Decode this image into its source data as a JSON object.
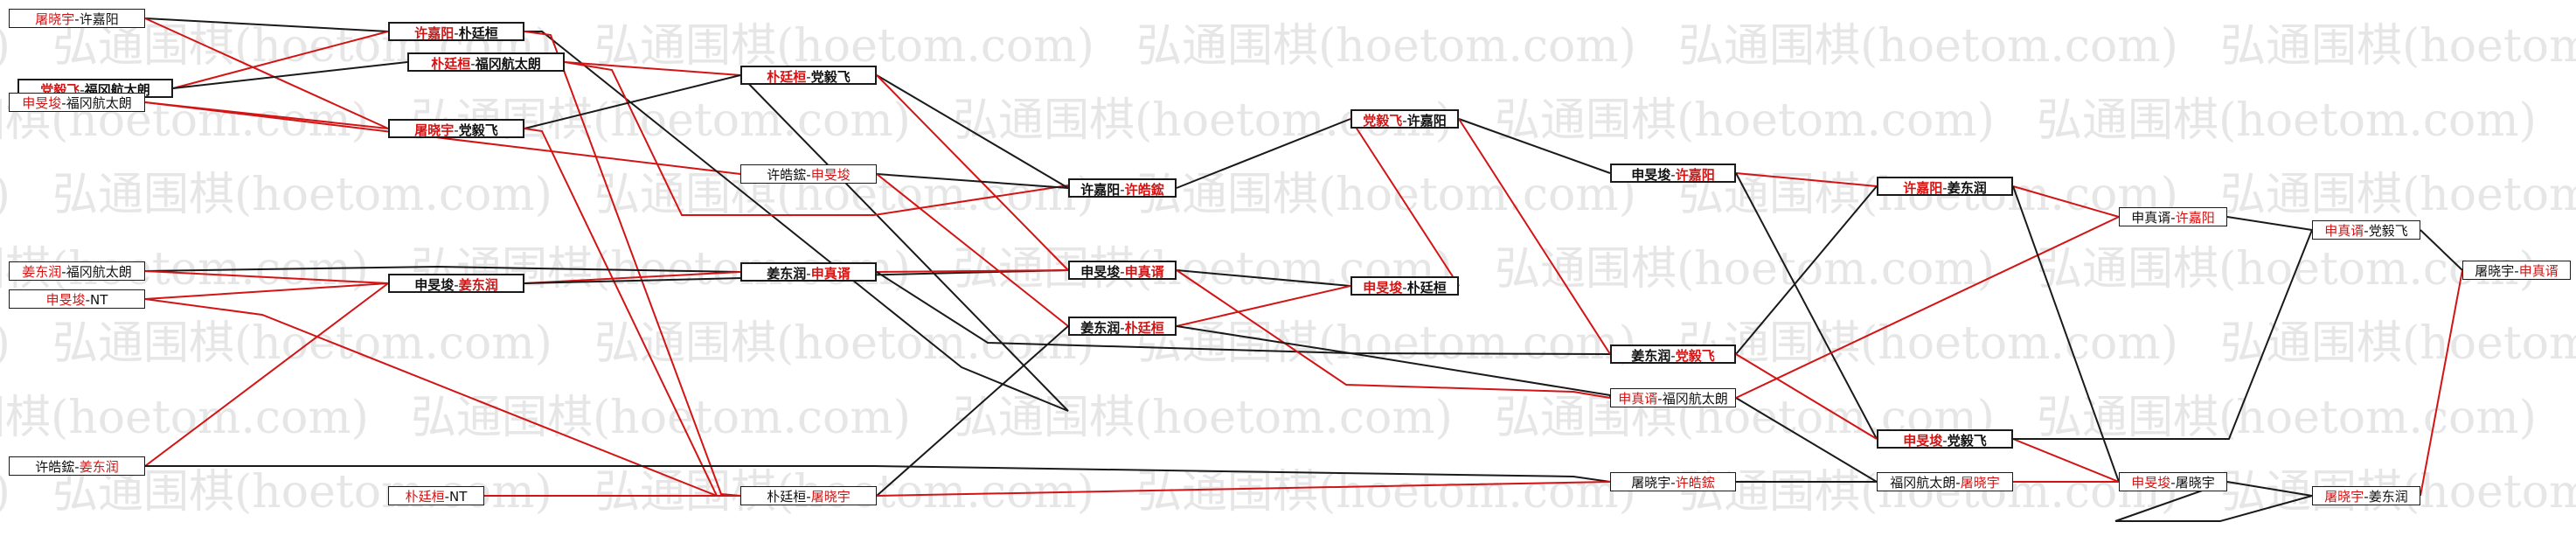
{
  "watermark": "弘通围棋(hoetom.com)",
  "colors": {
    "winner": "#d31414",
    "text": "#111111",
    "line_black": "#1a1a1a",
    "line_red": "#d31414",
    "watermark": "#e6e6e6"
  },
  "nodes": [
    {
      "id": "r1a",
      "p1": "屠晓宇",
      "p2": "许嘉阳",
      "win": 1
    },
    {
      "id": "r1b",
      "p1": "党毅飞",
      "p2": "福冈航太朗",
      "win": 1
    },
    {
      "id": "r1c",
      "p1": "申旻埈",
      "p2": "福冈航太朗",
      "win": 1
    },
    {
      "id": "r1d",
      "p1": "姜东润",
      "p2": "福冈航太朗",
      "win": 1
    },
    {
      "id": "r1e",
      "p1": "申旻埈",
      "p2": "NT",
      "win": 1
    },
    {
      "id": "r1f",
      "p1": "许皓鋐",
      "p2": "姜东润",
      "win": 2
    },
    {
      "id": "r2a",
      "p1": "许嘉阳",
      "p2": "朴廷桓",
      "win": 1
    },
    {
      "id": "r2b",
      "p1": "朴廷桓",
      "p2": "福冈航太朗",
      "win": 1
    },
    {
      "id": "r2c",
      "p1": "屠晓宇",
      "p2": "党毅飞",
      "win": 1
    },
    {
      "id": "r2d",
      "p1": "申旻埈",
      "p2": "姜东润",
      "win": 2
    },
    {
      "id": "r2e",
      "p1": "朴廷桓",
      "p2": "NT",
      "win": 1
    },
    {
      "id": "r3a",
      "p1": "朴廷桓",
      "p2": "党毅飞",
      "win": 1
    },
    {
      "id": "r3b",
      "p1": "许皓鋐",
      "p2": "申旻埈",
      "win": 2
    },
    {
      "id": "r3c",
      "p1": "姜东润",
      "p2": "申真谞",
      "win": 2
    },
    {
      "id": "r3d",
      "p1": "朴廷桓",
      "p2": "屠晓宇",
      "win": 2
    },
    {
      "id": "r4a",
      "p1": "许嘉阳",
      "p2": "许皓鋐",
      "win": 2
    },
    {
      "id": "r4b",
      "p1": "申旻埈",
      "p2": "申真谞",
      "win": 2
    },
    {
      "id": "r4c",
      "p1": "姜东润",
      "p2": "朴廷桓",
      "win": 2
    },
    {
      "id": "r5a",
      "p1": "党毅飞",
      "p2": "许嘉阳",
      "win": 1
    },
    {
      "id": "r5b",
      "p1": "申旻埈",
      "p2": "朴廷桓",
      "win": 1
    },
    {
      "id": "r6a",
      "p1": "申旻埈",
      "p2": "许嘉阳",
      "win": 2
    },
    {
      "id": "r6b",
      "p1": "姜东润",
      "p2": "党毅飞",
      "win": 2
    },
    {
      "id": "r6c",
      "p1": "申真谞",
      "p2": "福冈航太朗",
      "win": 1
    },
    {
      "id": "r6d",
      "p1": "屠晓宇",
      "p2": "许皓鋐",
      "win": 2
    },
    {
      "id": "r7a",
      "p1": "许嘉阳",
      "p2": "姜东润",
      "win": 1
    },
    {
      "id": "r7b",
      "p1": "申旻埈",
      "p2": "党毅飞",
      "win": 1
    },
    {
      "id": "r7c",
      "p1": "福冈航太朗",
      "p2": "屠晓宇",
      "win": 2
    },
    {
      "id": "r8a",
      "p1": "申真谞",
      "p2": "许嘉阳",
      "win": 2
    },
    {
      "id": "r8b",
      "p1": "申旻埈",
      "p2": "屠晓宇",
      "win": 1
    },
    {
      "id": "r9a",
      "p1": "申真谞",
      "p2": "党毅飞",
      "win": 1
    },
    {
      "id": "r9b",
      "p1": "屠晓宇",
      "p2": "姜东润",
      "win": 1
    },
    {
      "id": "r10",
      "p1": "屠晓宇",
      "p2": "申真谞",
      "win": 2
    }
  ]
}
